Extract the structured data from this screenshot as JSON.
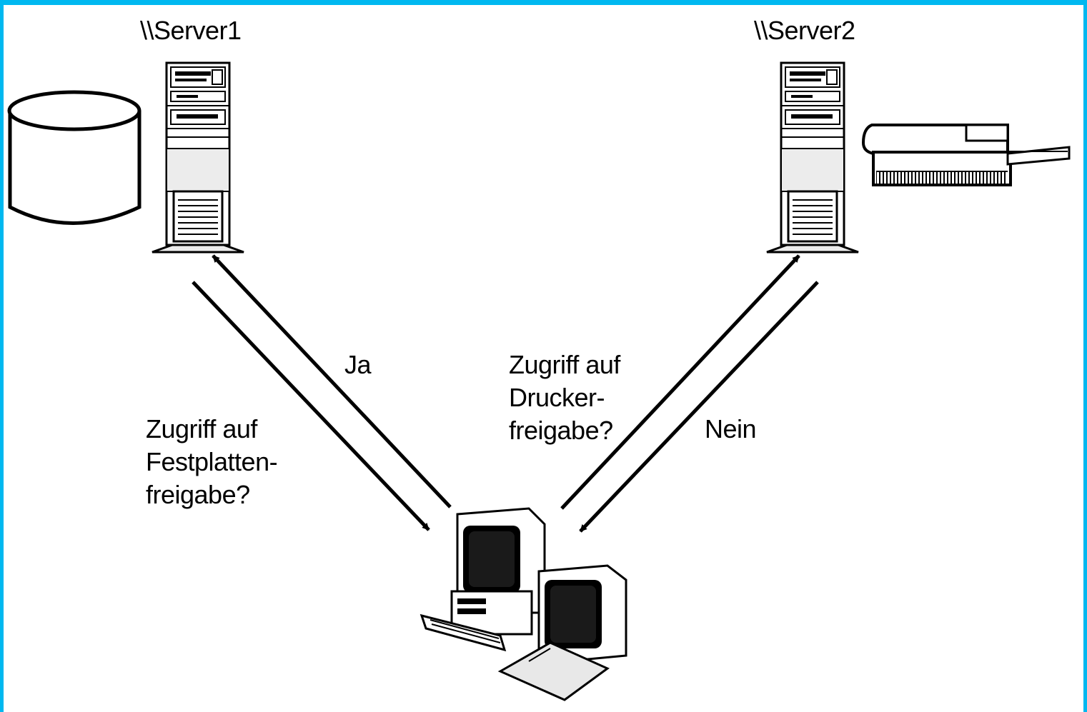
{
  "colors": {
    "frame": "#00b8f0",
    "ink": "#000000",
    "paper": "#ffffff",
    "panel": "#e8e8e8"
  },
  "servers": [
    {
      "name": "\\\\Server1",
      "attached": "disk-icon"
    },
    {
      "name": "\\\\Server2",
      "attached": "printer-icon"
    }
  ],
  "client": {
    "icon": "workstation-icon"
  },
  "labels": {
    "ja": "Ja",
    "nein": "Nein",
    "disk_request": [
      "Zugriff auf",
      "Festplatten-",
      "freigabe?"
    ],
    "printer_request": [
      "Zugriff auf",
      "Drucker-",
      "freigabe?"
    ]
  }
}
